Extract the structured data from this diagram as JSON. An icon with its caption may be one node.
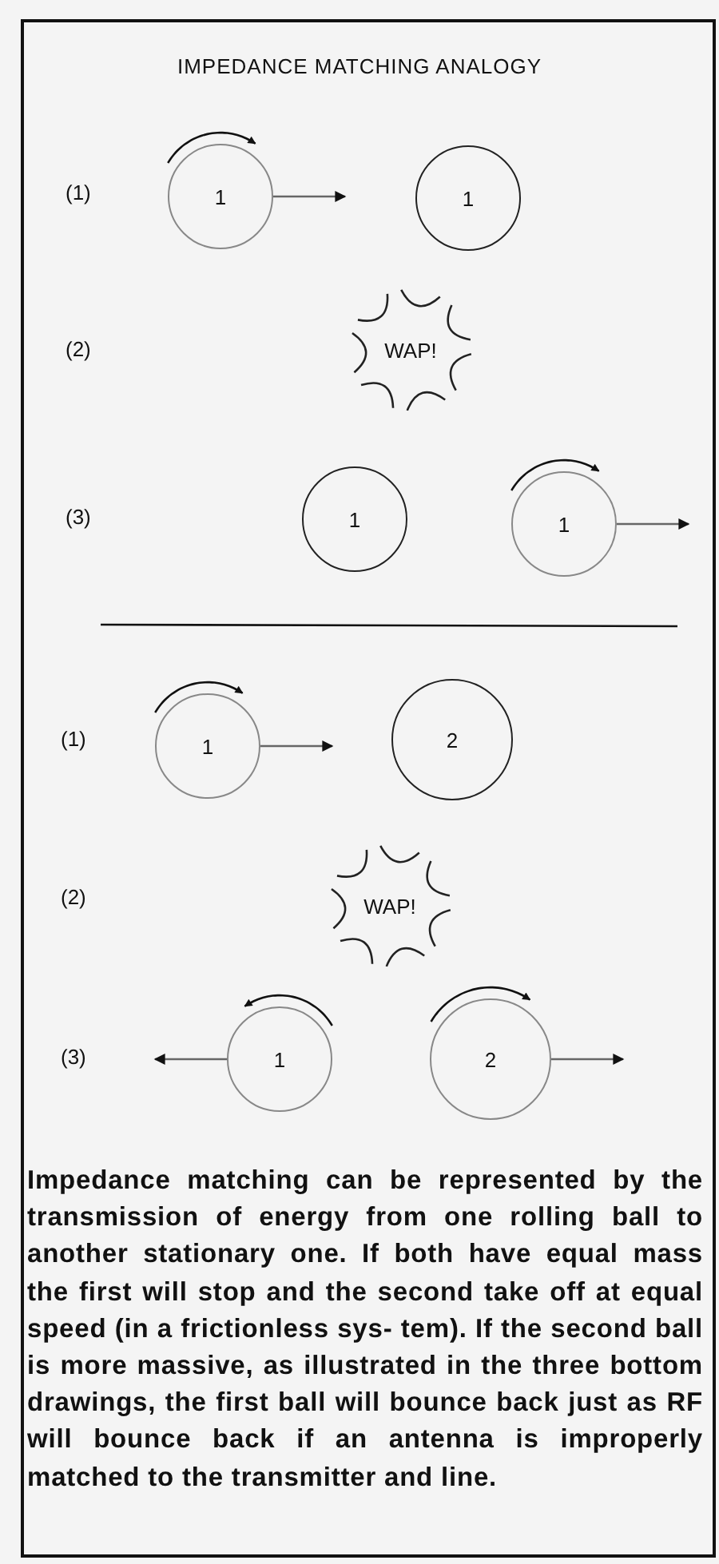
{
  "diagram": {
    "title": "IMPEDANCE MATCHING ANALOGY",
    "caption": "Impedance matching can be represented by the transmission of energy from one rolling ball to another stationary one. If both have equal mass the first will stop and the second take off at equal speed (in a frictionless sys- tem). If the second ball is more massive, as illustrated in the three bottom drawings, the first ball will bounce back just as RF will bounce back if an antenna is improperly matched to the transmitter and line.",
    "nodes": [
      {
        "text": [
          "1"
        ]
      },
      {
        "text": [
          "1"
        ]
      },
      {
        "text": [
          "WAP!"
        ]
      },
      {
        "text": [
          "1"
        ]
      },
      {
        "text": [
          "1"
        ]
      },
      {
        "text": [
          "1"
        ]
      },
      {
        "text": [
          "2"
        ]
      },
      {
        "text": [
          "WAP!"
        ]
      },
      {
        "text": [
          "1"
        ]
      },
      {
        "text": [
          "2"
        ]
      }
    ],
    "labels": [
      "(1)",
      "(2)",
      "(3)",
      "(1)",
      "(2)",
      "(3)"
    ]
  }
}
